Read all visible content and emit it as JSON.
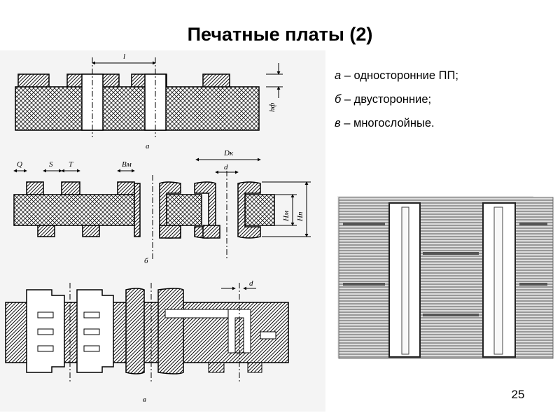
{
  "title": "Печатные платы (2)",
  "legend": [
    {
      "letter": "а",
      "text": " – односторонние ПП;"
    },
    {
      "letter": "б",
      "text": " – двусторонние;"
    },
    {
      "letter": "в",
      "text": " – многослойные."
    }
  ],
  "page_number": "25",
  "figure": {
    "caption_a": "а",
    "caption_b": "б",
    "caption_c": "в",
    "dim_l": "l",
    "dim_hf": "hф",
    "dim_Q": "Q",
    "dim_S": "S",
    "dim_T": "T",
    "dim_Bm": "Bм",
    "dim_Dk": "Dк",
    "dim_d": "d",
    "dim_Hm": "Hм",
    "dim_Hp": "Hп"
  },
  "colors": {
    "background": "#ffffff",
    "text": "#000000",
    "scan_bg": "#f4f4f4"
  }
}
